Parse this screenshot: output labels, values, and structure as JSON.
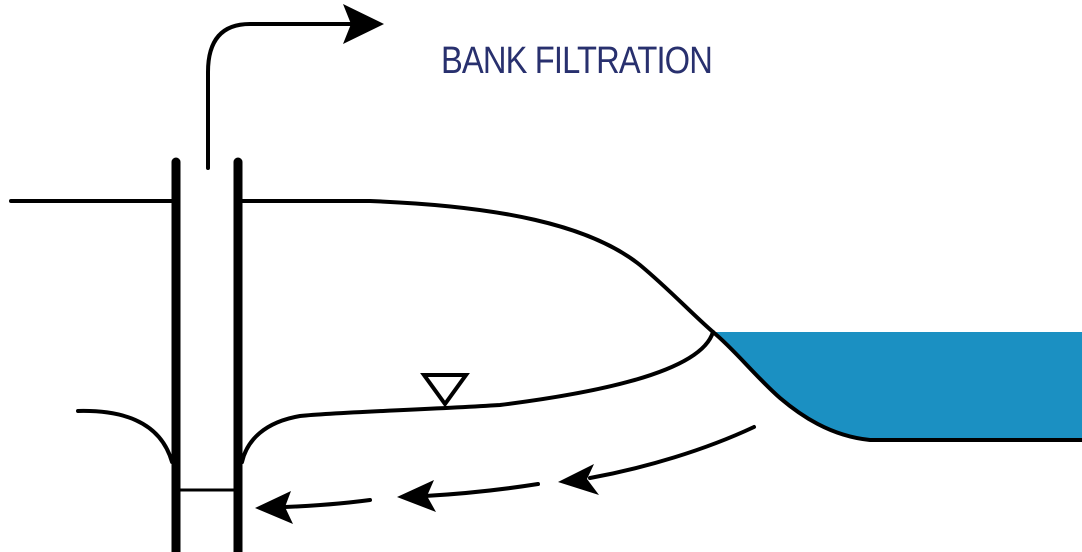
{
  "title": "BANK FILTRATION",
  "colors": {
    "title": "#28306e",
    "line": "#000000",
    "river_water": "#1b90c2",
    "background": "#ffffff"
  },
  "icons": {
    "water_table_marker": "inverted-triangle",
    "pumped_water_outflow": "curved-arrow-up-right",
    "groundwater_flow": "arrow-left"
  }
}
